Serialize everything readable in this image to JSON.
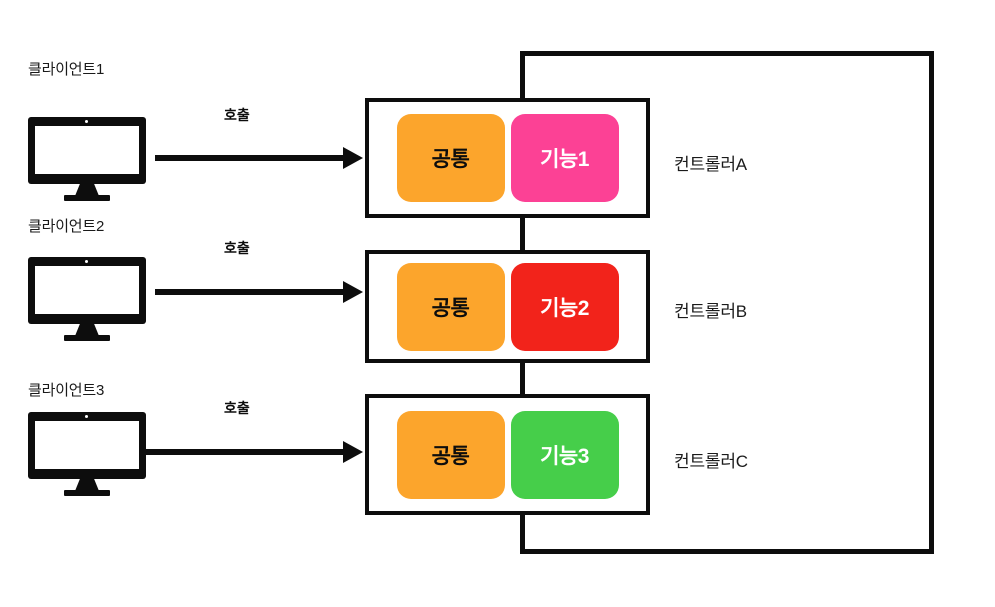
{
  "diagram": {
    "title": "Controller common/feature architecture diagram",
    "colors": {
      "line": "#0d0d0d",
      "common": "#fca52c",
      "feature1": "#fc4195",
      "feature2": "#f2231b",
      "feature3": "#46ce4a",
      "background": "#ffffff"
    },
    "clients": [
      {
        "label": "클라이언트1",
        "arrow_label": "호출"
      },
      {
        "label": "클라이언트2",
        "arrow_label": "호출"
      },
      {
        "label": "클라이언트3",
        "arrow_label": "호출"
      }
    ],
    "controllers": [
      {
        "name": "컨트롤러A",
        "common_label": "공통",
        "feature_label": "기능1",
        "feature_color": "#fc4195"
      },
      {
        "name": "컨트롤러B",
        "common_label": "공통",
        "feature_label": "기능2",
        "feature_color": "#f2231b"
      },
      {
        "name": "컨트롤러C",
        "common_label": "공통",
        "feature_label": "기능3",
        "feature_color": "#46ce4a"
      }
    ]
  }
}
